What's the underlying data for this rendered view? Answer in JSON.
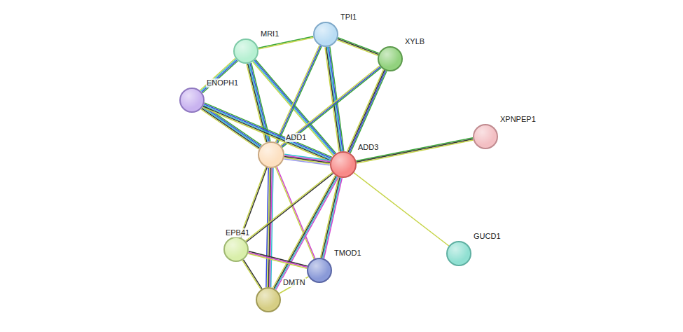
{
  "diagram": {
    "nodes": [
      {
        "text": [
          "TPI1"
        ]
      },
      {
        "text": [
          "MRI1"
        ]
      },
      {
        "text": [
          "XYLB"
        ]
      },
      {
        "text": [
          "ENOPH1"
        ]
      },
      {
        "text": [
          "XPNPEP1"
        ]
      },
      {
        "text": [
          "ADD1"
        ]
      },
      {
        "text": [
          "ADD3"
        ]
      },
      {
        "text": [
          "EPB41"
        ]
      },
      {
        "text": [
          "GUCD1"
        ]
      },
      {
        "text": [
          "TMOD1"
        ]
      },
      {
        "text": [
          "DMTN"
        ]
      }
    ],
    "edges": [
      {
        "from": 1,
        "to": 0,
        "arrow": "none"
      },
      {
        "from": 1,
        "to": 3,
        "arrow": "none"
      },
      {
        "from": 1,
        "to": 5,
        "arrow": "none"
      },
      {
        "from": 1,
        "to": 6,
        "arrow": "none"
      },
      {
        "from": 0,
        "to": 2,
        "arrow": "none"
      },
      {
        "from": 0,
        "to": 5,
        "arrow": "none"
      },
      {
        "from": 0,
        "to": 6,
        "arrow": "none"
      },
      {
        "from": 2,
        "to": 5,
        "arrow": "none"
      },
      {
        "from": 2,
        "to": 6,
        "arrow": "none"
      },
      {
        "from": 3,
        "to": 5,
        "arrow": "none"
      },
      {
        "from": 3,
        "to": 6,
        "arrow": "none"
      },
      {
        "from": 5,
        "to": 6,
        "arrow": "none"
      },
      {
        "from": 6,
        "to": 4,
        "arrow": "none"
      },
      {
        "from": 6,
        "to": 8,
        "arrow": "none"
      },
      {
        "from": 5,
        "to": 7,
        "arrow": "none"
      },
      {
        "from": 5,
        "to": 9,
        "arrow": "none"
      },
      {
        "from": 5,
        "to": 10,
        "arrow": "none"
      },
      {
        "from": 6,
        "to": 7,
        "arrow": "none"
      },
      {
        "from": 6,
        "to": 9,
        "arrow": "none"
      },
      {
        "from": 6,
        "to": 10,
        "arrow": "none"
      },
      {
        "from": 7,
        "to": 9,
        "arrow": "none"
      },
      {
        "from": 7,
        "to": 10,
        "arrow": "none"
      },
      {
        "from": 10,
        "to": 9,
        "arrow": "none"
      }
    ]
  }
}
